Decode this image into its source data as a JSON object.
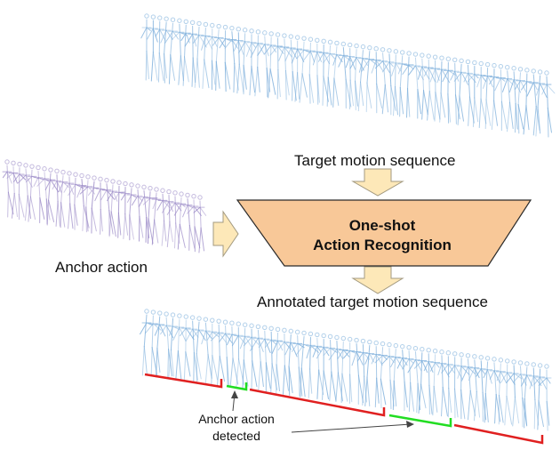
{
  "labels": {
    "target_sequence": "Target motion sequence",
    "anchor_action": "Anchor action",
    "module_line1": "One-shot",
    "module_line2": "Action Recognition",
    "annotated_sequence": "Annotated target motion sequence",
    "detected_line1": "Anchor action",
    "detected_line2": "detected"
  },
  "colors": {
    "skeleton_target": "#7fb0dc",
    "skeleton_anchor": "#9c8cc8",
    "module_fill": "#f8c898",
    "module_stroke": "#2a2a2a",
    "arrow_fill": "#fde8b8",
    "arrow_stroke": "#a39a80",
    "segment_other": "#e02020",
    "segment_detected": "#22dd22",
    "pointer": "#444444"
  }
}
